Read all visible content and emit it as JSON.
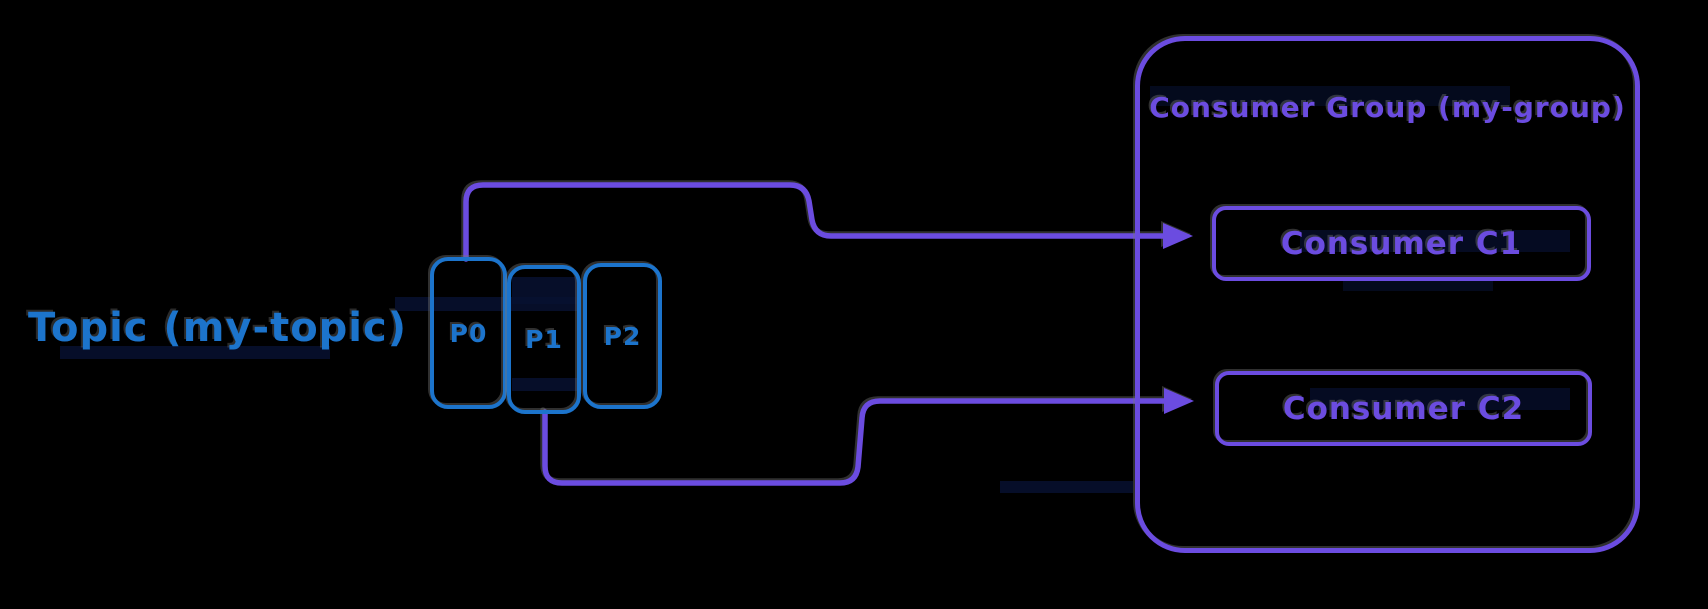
{
  "topic": {
    "label": "Topic (my-topic)"
  },
  "partitions": [
    {
      "label": "P0"
    },
    {
      "label": "P1"
    },
    {
      "label": "P2"
    }
  ],
  "consumer_group": {
    "title": "Consumer Group (my-group)",
    "consumers": [
      {
        "label": "Consumer C1"
      },
      {
        "label": "Consumer C2"
      }
    ]
  },
  "colors": {
    "background": "#000000",
    "topic_blue": "#1c74cc",
    "group_purple": "#6b4ce0",
    "artifact_navy": "#071030"
  }
}
